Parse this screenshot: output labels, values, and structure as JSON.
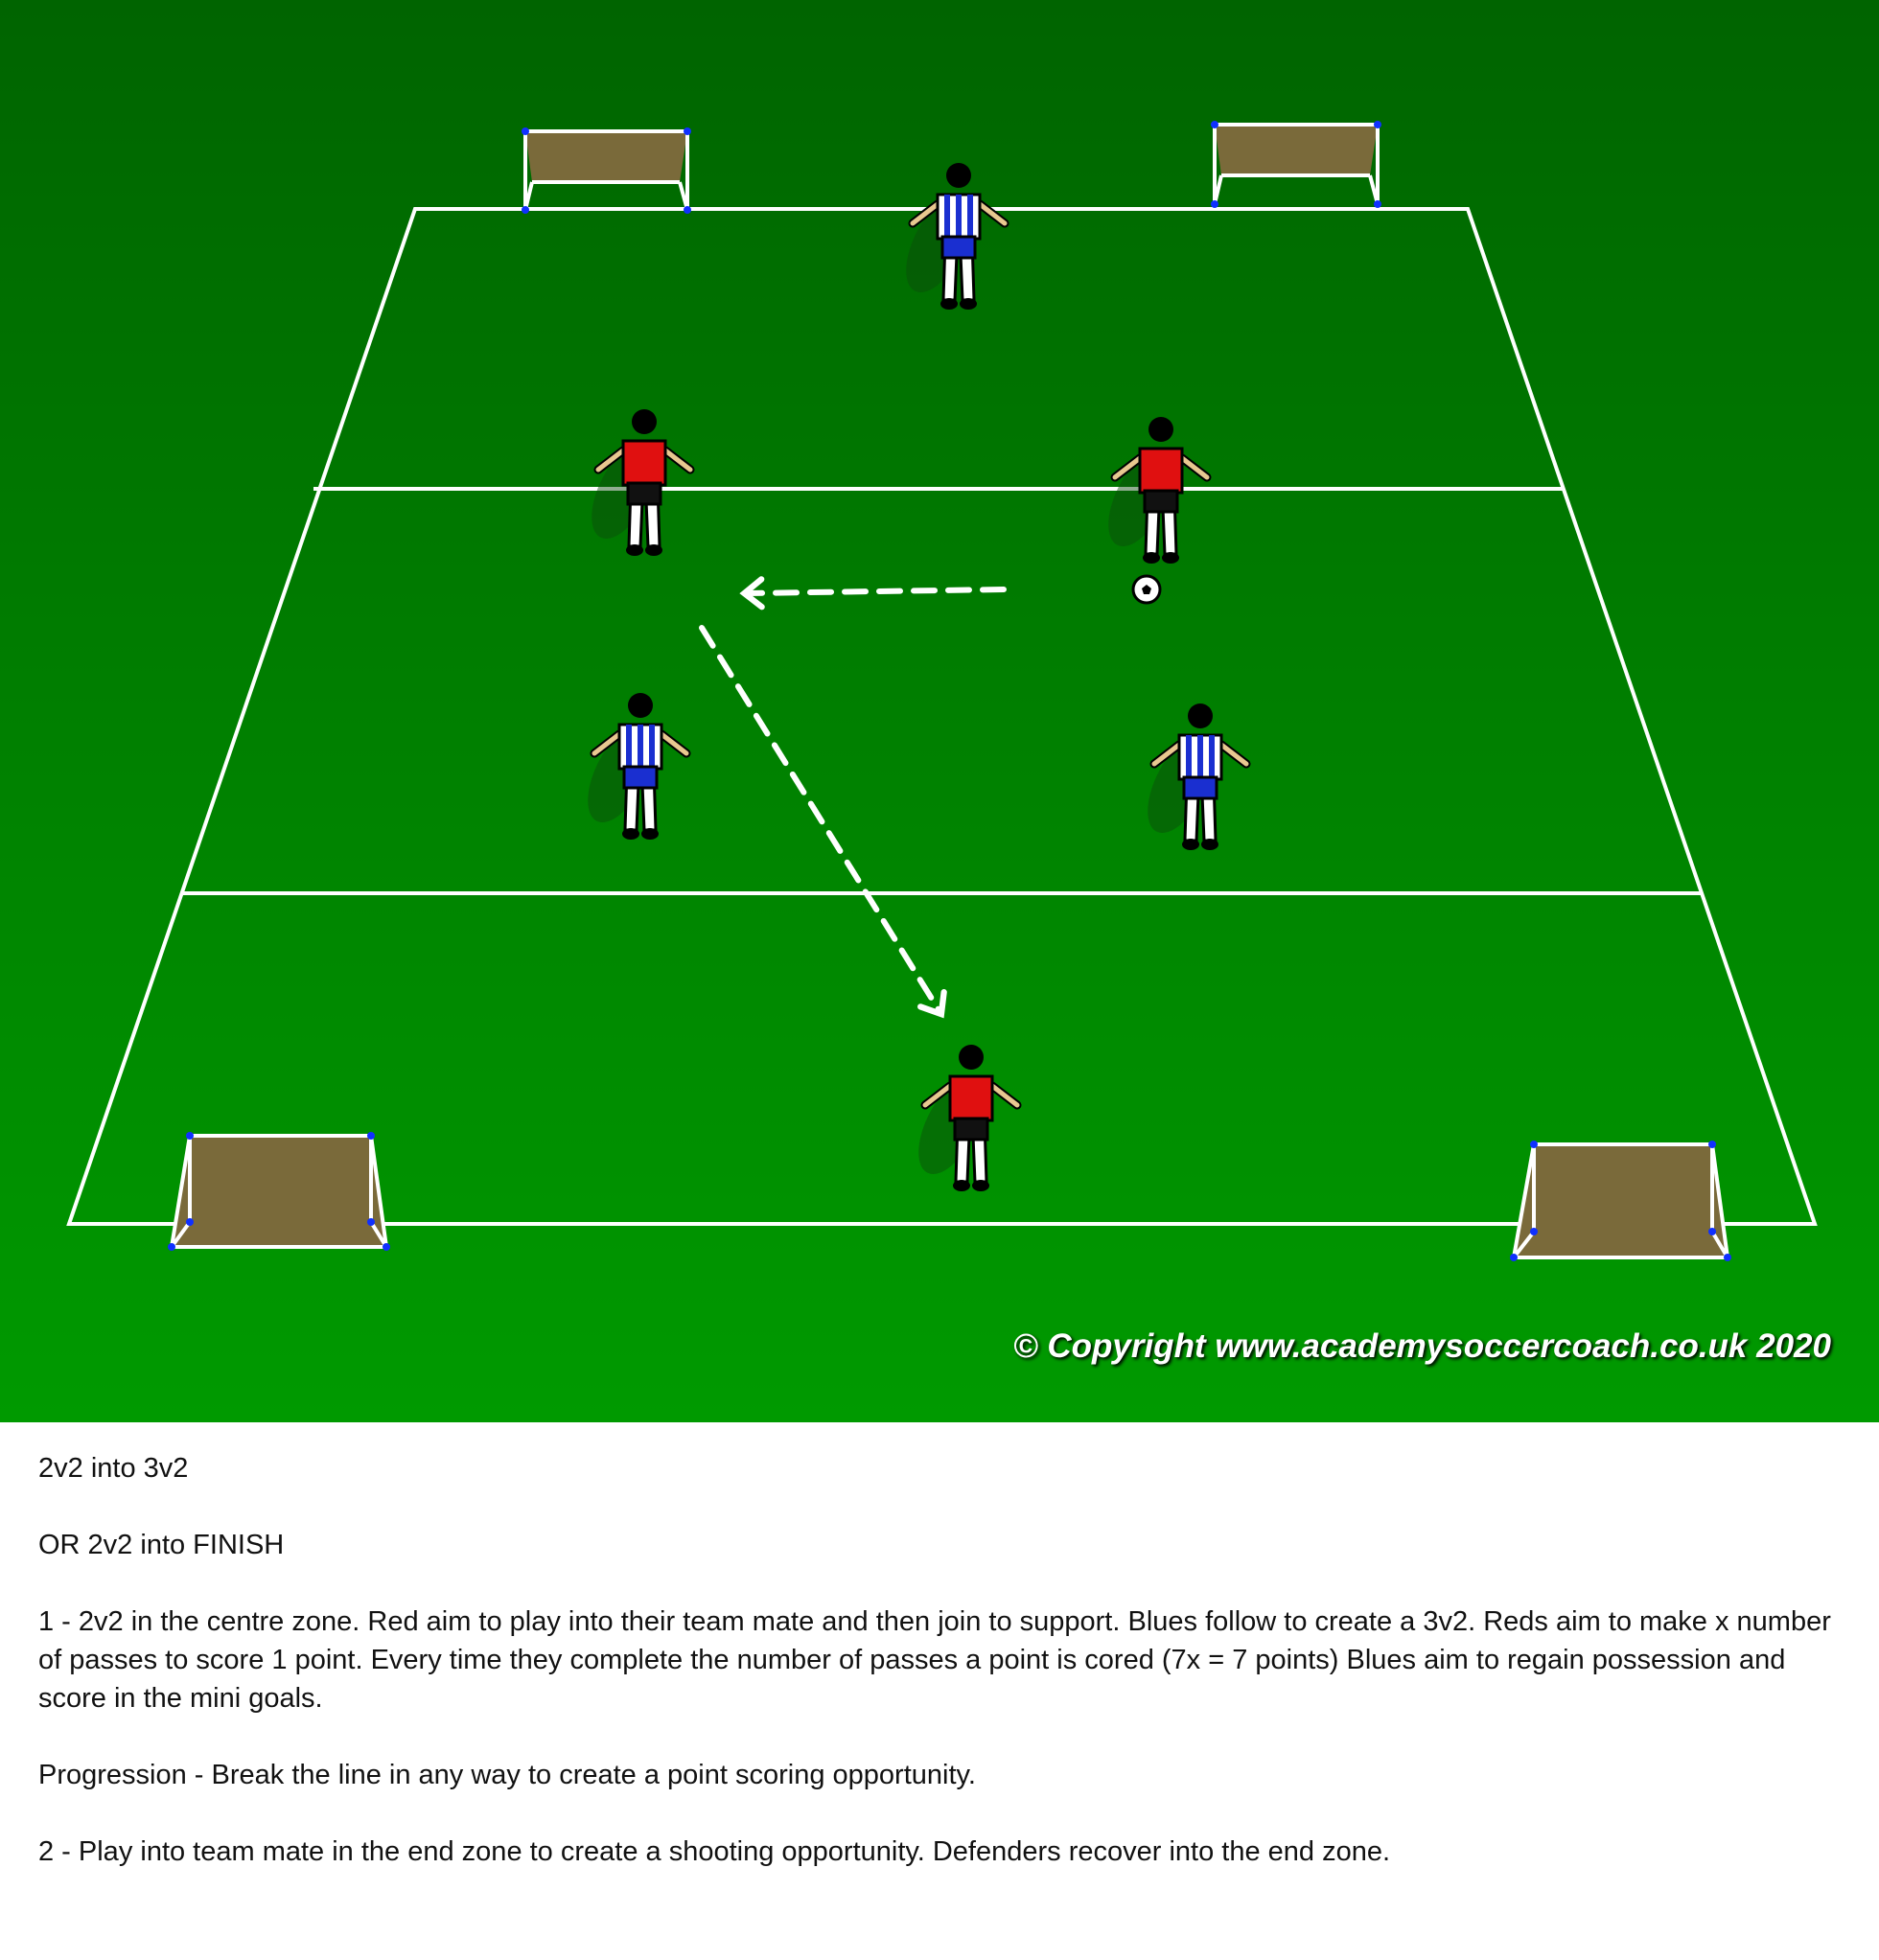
{
  "diagram": {
    "copyright": "© Copyright www.academysoccercoach.co.uk 2020",
    "colors": {
      "pitch_top": "#006400",
      "pitch_bottom": "#009900",
      "red_team": "#e01010",
      "blue_team": "#1a2fd0",
      "goal_net": "#7a6a3a"
    },
    "players": [
      {
        "team": "blue",
        "role": "defender-top"
      },
      {
        "team": "red",
        "role": "attacker-left"
      },
      {
        "team": "red",
        "role": "attacker-right-with-ball"
      },
      {
        "team": "blue",
        "role": "defender-left"
      },
      {
        "team": "blue",
        "role": "defender-right"
      },
      {
        "team": "red",
        "role": "target-player-end-zone"
      }
    ]
  },
  "notes": {
    "title": "2v2 into 3v2",
    "subtitle": "OR 2v2 into FINISH",
    "step1": "1 - 2v2 in the centre zone. Red aim to play into their team mate and then join to support. Blues follow to create a 3v2. Reds aim to make x number of passes to score 1 point. Every time they complete the number of passes a point is cored (7x = 7 points) Blues aim to regain possession and score in the mini goals.",
    "progression": "Progression - Break the line in any way to create a point scoring opportunity.",
    "step2": "2 - Play into team mate in the end zone to create a shooting opportunity. Defenders recover into the end zone."
  }
}
